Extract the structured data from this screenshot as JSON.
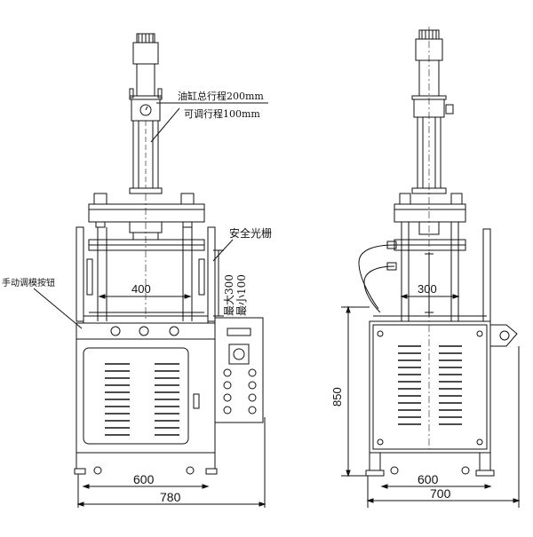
{
  "front_view": {
    "cylinder_total_stroke": "油缸总行程200mm",
    "adjustable_stroke": "可调行程100mm",
    "safety_light_curtain": "安全光栅",
    "manual_knob": "手动调模按钮",
    "max_opening": "最大300",
    "min_opening": "最小100",
    "inner_width": "400",
    "base_width": "600",
    "overall_width": "780"
  },
  "side_view": {
    "inner_depth": "300",
    "height": "850",
    "base_depth": "600",
    "overall_depth": "700"
  },
  "colors": {
    "line": "#111111",
    "background": "#ffffff"
  }
}
